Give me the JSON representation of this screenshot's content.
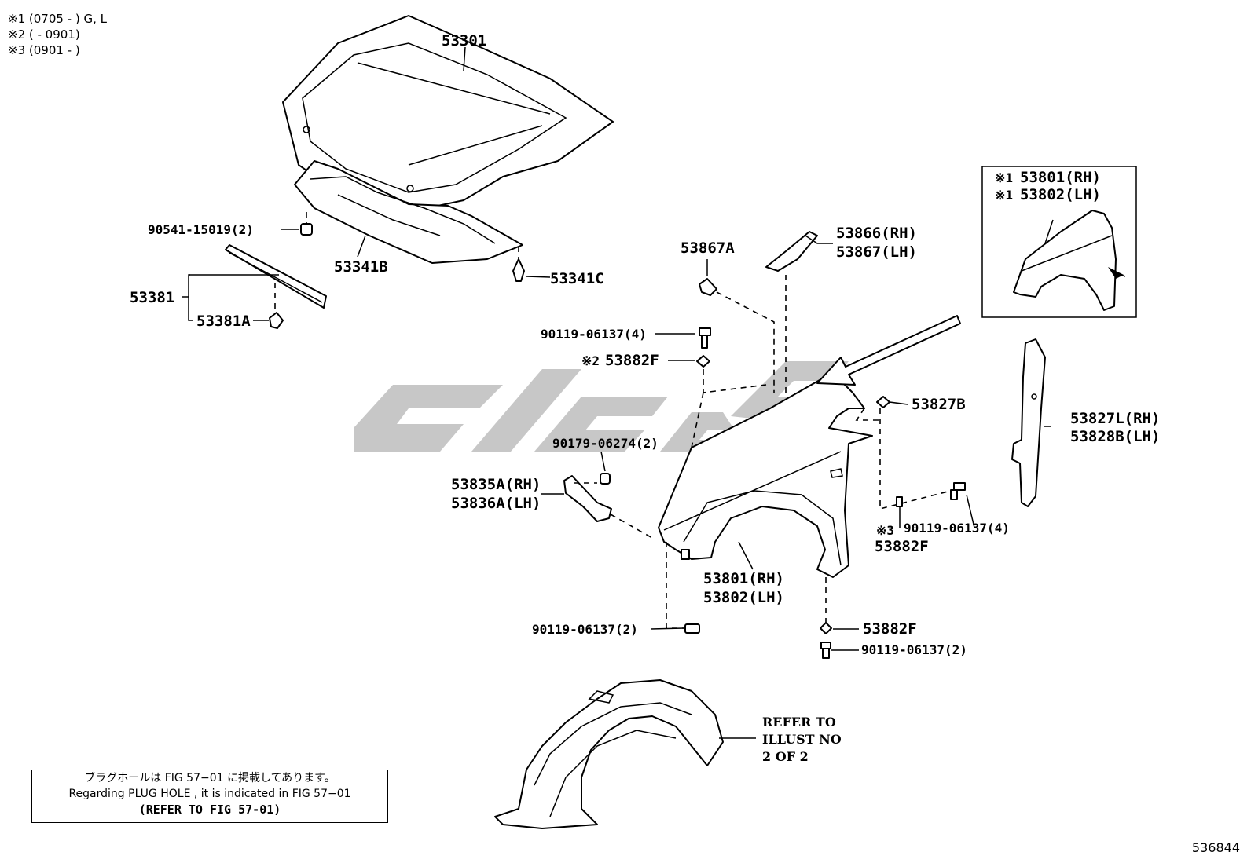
{
  "notes": [
    "※1 (0705 -      ) G, L",
    "※2 (      - 0901)",
    "※3 (0901 -      )"
  ],
  "labels": {
    "p53301": "53301",
    "p90541": "90541-15019(2)",
    "p53341B": "53341B",
    "p53341C": "53341C",
    "p53381": "53381",
    "p53381A": "53381A",
    "p53867A": "53867A",
    "p53866": "53866(RH)",
    "p53867": "53867(LH)",
    "p90119_top": "90119-06137(4)",
    "p53882F_top_prefix": "※2",
    "p53882F_top": "53882F",
    "p53827B": "53827B",
    "p90179": "90179-06274(2)",
    "p53835A": "53835A(RH)",
    "p53836A": "53836A(LH)",
    "p90119_right": "90119-06137(4)",
    "p53882F_mid_prefix": "※3",
    "p53882F_mid": "53882F",
    "p53801": "53801(RH)",
    "p53802": "53802(LH)",
    "p90119_left": "90119-06137(2)",
    "p53882F_bottom": "53882F",
    "p90119_bottom": "90119-06137(2)",
    "p53827L": "53827L(RH)",
    "p53828B": "53828B(LH)",
    "inset_53801_prefix": "※1",
    "inset_53801": "53801(RH)",
    "inset_53802_prefix": "※1",
    "inset_53802": "53802(LH)"
  },
  "refer": [
    "REFER TO",
    "ILLUST NO",
    "2 OF 2"
  ],
  "notice": {
    "line1": "ブラグホールは FIG 57−01 に掲載してあります。",
    "line2": "Regarding  PLUG  HOLE , it is indicated in FIG  57−01",
    "line3": "(REFER TO FIG 57-01)"
  },
  "diagram_id": "536844"
}
